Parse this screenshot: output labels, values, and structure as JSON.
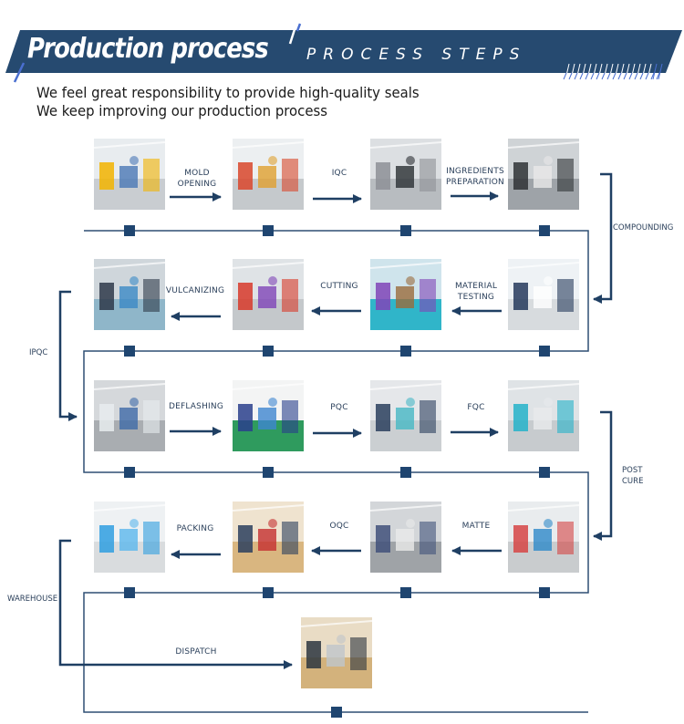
{
  "header": {
    "title": "Production process",
    "subtitle": "PROCESS STEPS",
    "tagline_1": "We feel great responsibility to provide high-quality seals",
    "tagline_2": "We keep improving our production process"
  },
  "colors": {
    "banner": "#264a70",
    "accent_stripe": "#4a6fd0",
    "line": "#2e4f73",
    "node": "#1f4570",
    "label_text": "#2a3f5a"
  },
  "steps": {
    "row1": [
      {
        "photo": "factory-hall-photo"
      },
      {
        "label": "MOLD\nOPENING",
        "photo": "warehouse-racks-photo"
      },
      {
        "label": "IQC",
        "photo": "mold-cabinet-photo"
      },
      {
        "label": "INGREDIENTS\nPREPARATION",
        "photo": "mixing-machine-photo"
      }
    ],
    "compounding": "COMPOUNDING",
    "row2": [
      {
        "label": "MATERIAL\nTESTING",
        "photo": "lab-testing-photo"
      },
      {
        "label": "CUTTING",
        "photo": "cutting-worker-photo"
      },
      {
        "label": "VULCANIZING",
        "photo": "press-machine-photo"
      },
      {
        "photo": "vulcanizing-line-photo"
      }
    ],
    "ipqc": "IPQC",
    "row3": [
      {
        "photo": "deflashing-machine-photo"
      },
      {
        "label": "DEFLASHING",
        "photo": "inspection-room-photo"
      },
      {
        "label": "PQC",
        "photo": "quality-check-photo"
      },
      {
        "label": "FQC",
        "photo": "post-cure-oven-photo"
      }
    ],
    "post_cure": "POST\nCURE",
    "row4": [
      {
        "photo": "matte-workshop-photo"
      },
      {
        "label": "MATTE",
        "photo": "matte-machine-photo"
      },
      {
        "label": "OQC",
        "photo": "oqc-desk-photo"
      },
      {
        "label": "PACKING",
        "photo": "blue-warehouse-photo"
      }
    ],
    "warehouse": "WAREHOUSE",
    "dispatch": {
      "label": "DISPATCH",
      "photo": "dispatch-desk-photo"
    }
  },
  "labels": {
    "mold_opening_1": "MOLD",
    "mold_opening_2": "OPENING",
    "iqc": "IQC",
    "ingredients_1": "INGREDIENTS",
    "ingredients_2": "PREPARATION",
    "compounding": "COMPOUNDING",
    "material_testing_1": "MATERIAL",
    "material_testing_2": "TESTING",
    "cutting": "CUTTING",
    "vulcanizing": "VULCANIZING",
    "ipqc": "IPQC",
    "deflashing": "DEFLASHING",
    "pqc": "PQC",
    "fqc": "FQC",
    "post_cure_1": "POST",
    "post_cure_2": "CURE",
    "matte": "MATTE",
    "oqc": "OQC",
    "packing": "PACKING",
    "warehouse": "WAREHOUSE",
    "dispatch": "DISPATCH"
  }
}
